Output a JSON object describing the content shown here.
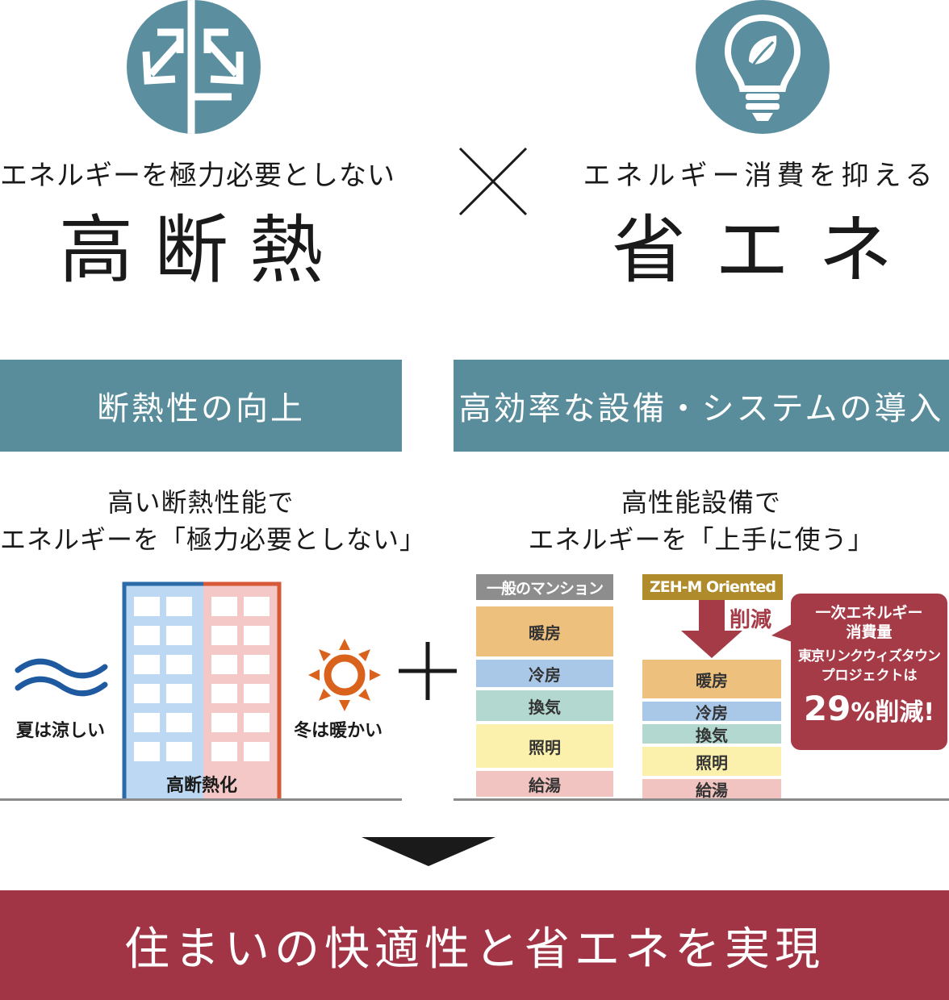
{
  "top_left": {
    "icon": "insulation-arrows-icon",
    "subtitle": "エネルギーを極力必要としない",
    "title": "高断熱"
  },
  "times_symbol": "×",
  "top_right": {
    "icon": "lightbulb-leaf-icon",
    "subtitle": "エネルギー消費を抑える",
    "title": "省エネ"
  },
  "left_band": {
    "label": "断熱性の向上"
  },
  "right_band": {
    "label": "高効率な設備・システムの導入"
  },
  "left_desc": {
    "line1": "高い断熱性能で",
    "line2": "エネルギーを「極力必要としない」"
  },
  "right_desc": {
    "line1": "高性能設備で",
    "line2": "エネルギーを「上手に使う」"
  },
  "insulation_diagram": {
    "summer_label": "夏は涼しい",
    "winter_label": "冬は暖かい",
    "building_label": "高断熱化"
  },
  "plus_symbol": "+",
  "energy_chart": {
    "general": {
      "header": "一般のマンション",
      "segments": [
        {
          "label": "暖房",
          "color": "#eec07e"
        },
        {
          "label": "冷房",
          "color": "#a9c8e8"
        },
        {
          "label": "換気",
          "color": "#b3d8cf"
        },
        {
          "label": "照明",
          "color": "#fbf1ad"
        },
        {
          "label": "給湯",
          "color": "#f2c4c1"
        }
      ]
    },
    "zeh": {
      "header": "ZEH-M Oriented",
      "reduction_label": "削減",
      "segments": [
        {
          "label": "暖房",
          "color": "#eec07e"
        },
        {
          "label": "冷房",
          "color": "#a9c8e8"
        },
        {
          "label": "換気",
          "color": "#b3d8cf"
        },
        {
          "label": "照明",
          "color": "#fbf1ad"
        },
        {
          "label": "給湯",
          "color": "#f2c4c1"
        }
      ]
    },
    "callout": {
      "line1": "一次エネルギー",
      "line2": "消費量",
      "line3": "東京リンクウィズタウン",
      "line4": "プロジェクトは",
      "highlight_number": "29",
      "highlight_rest": "%削減!"
    }
  },
  "footer": {
    "text": "住まいの快適性と省エネを実現"
  },
  "colors": {
    "circle": "#5b8fa0",
    "band": "#5a8d9b",
    "footer": "#a23545",
    "accent_red": "#a63b48",
    "general_header": "#8d8d8d",
    "zeh_header": "#b08b2c",
    "building_blue": "#2c6aa8",
    "building_red": "#d65a38",
    "sun": "#d9621d"
  }
}
